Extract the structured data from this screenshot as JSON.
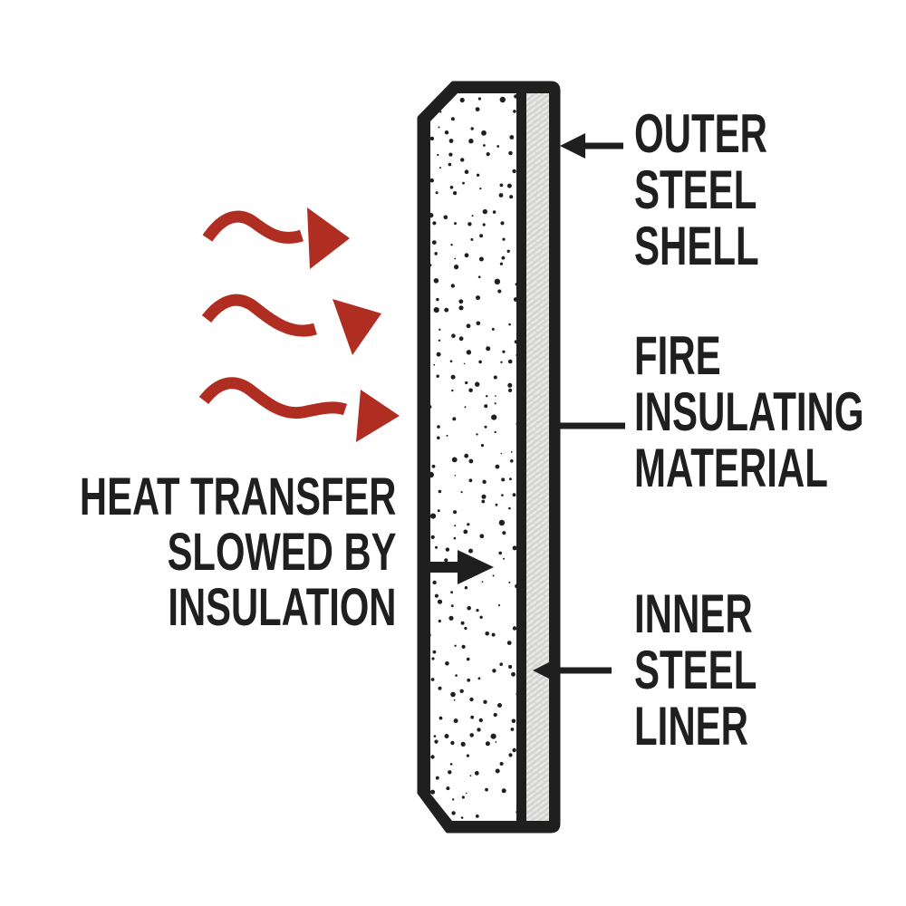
{
  "figure": {
    "colors": {
      "heat_red": "#b02d22",
      "ink": "#1f1f1f",
      "steel_gray": "#d4d4d2",
      "steel_hatch": "#ebebe9",
      "background": "#ffffff"
    },
    "labels": {
      "heat_transfer": {
        "line1": "HEAT TRANSFER",
        "line2": "SLOWED BY",
        "line3": "INSULATION"
      },
      "outer_steel_shell": {
        "line1": "OUTER",
        "line2": "STEEL",
        "line3": "SHELL"
      },
      "fire_insulating_material": {
        "line1": "FIRE",
        "line2": "INSULATING",
        "line3": "MATERIAL"
      },
      "inner_steel_liner": {
        "line1": "INNER",
        "line2": "STEEL",
        "line3": "LINER"
      }
    },
    "icons": {
      "heat_wave_arrow": "red wavy arrow pointing right (3 shown)",
      "outer_shell_pointer": "black arrow pointing left at outer shell",
      "insulation_leader": "black leader line to insulation layer",
      "inner_liner_pointer": "black arrow pointing left at inner liner",
      "heat_transfer_pointer": "black arrow pointing right into insulation"
    }
  }
}
